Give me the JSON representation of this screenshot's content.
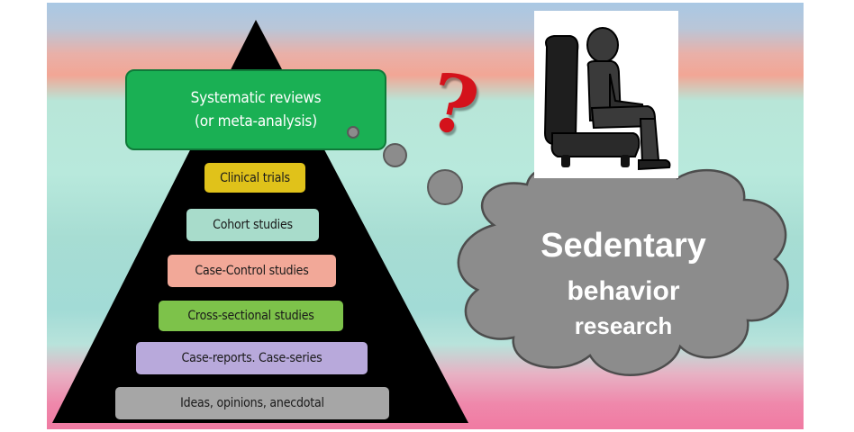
{
  "pyramid": {
    "top": {
      "line1": "Systematic reviews",
      "line2": "(or meta-analysis)"
    },
    "levels": [
      {
        "label": "Clinical trials",
        "color": "#e0c21a"
      },
      {
        "label": "Cohort studies",
        "color": "#a8dccb"
      },
      {
        "label": "Case-Control studies",
        "color": "#f2a898"
      },
      {
        "label": "Cross-sectional studies",
        "color": "#7dc24a"
      },
      {
        "label": "Case-reports. Case-series",
        "color": "#b8a9db"
      },
      {
        "label": "Ideas, opinions, anecdotal",
        "color": "#a6a6a6"
      }
    ]
  },
  "question_mark": "?",
  "cloud": {
    "line1": "Sedentary",
    "line2": "behavior",
    "line3": "research"
  },
  "figure": {
    "icon": "sitting-person-in-armchair-icon"
  },
  "colors": {
    "pyramid": "#000000",
    "top_box": "#1ab054",
    "cloud": "#8c8c8c",
    "question_mark": "#d4121b"
  }
}
